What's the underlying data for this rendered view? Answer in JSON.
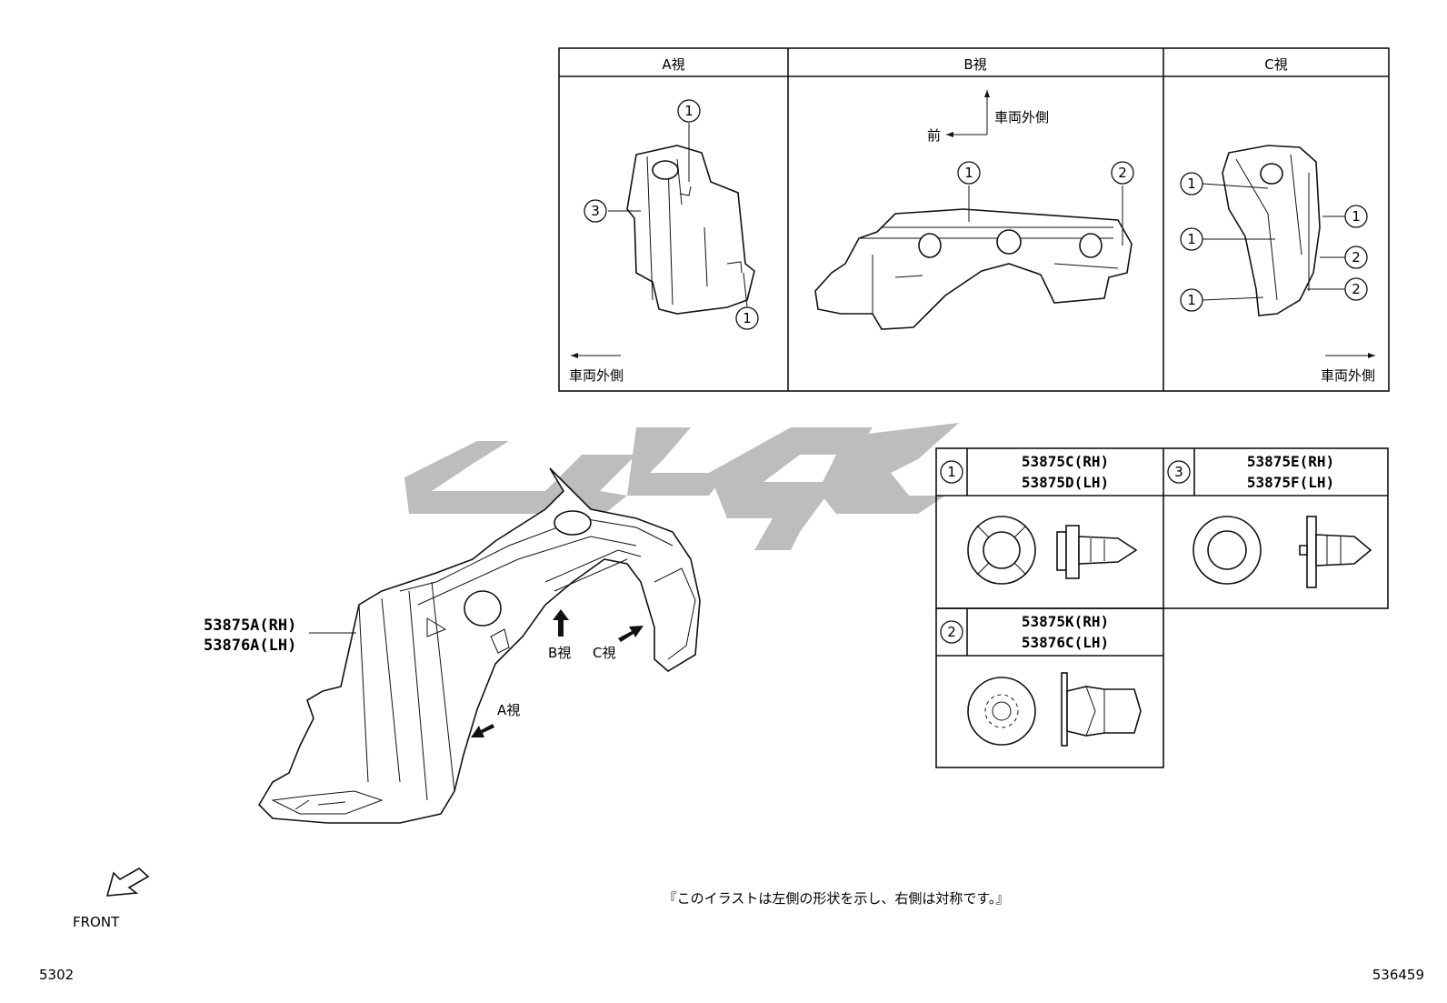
{
  "views": {
    "a_title": "A視",
    "b_title": "B視",
    "c_title": "C視",
    "outer_side": "車両外側",
    "front_label": "前"
  },
  "clip_numbers": {
    "one": "1",
    "two": "2",
    "three": "3"
  },
  "parts_table": [
    {
      "ref": "1",
      "rh": "53875C(RH)",
      "lh": "53875D(LH)"
    },
    {
      "ref": "3",
      "rh": "53875E(RH)",
      "lh": "53875F(LH)"
    },
    {
      "ref": "2",
      "rh": "53875K(RH)",
      "lh": "53876C(LH)"
    }
  ],
  "main_part": {
    "rh": "53875A(RH)",
    "lh": "53876A(LH)"
  },
  "view_pointers": {
    "a": "A視",
    "b": "B視",
    "c": "C視"
  },
  "front_arrow_label": "FRONT",
  "note": "『このイラストは左側の形状を示し、右側は対称です。』",
  "page_code_left": "5302",
  "page_code_right": "536459",
  "watermark_color": "#bdbdbd"
}
